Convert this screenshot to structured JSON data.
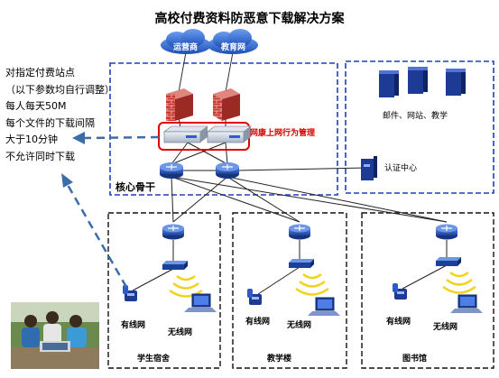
{
  "title": "高校付费资料防恶意下载解决方案",
  "policy": {
    "lines": [
      "对指定付费站点",
      "（以下参数均自行调整）",
      "每人每天50M",
      "每个文件的下载间隔",
      "大于10分钟",
      "不允许同时下载"
    ]
  },
  "cloud_labels": {
    "isp": "运营商",
    "edu": "教育网"
  },
  "core_label": "核心骨干",
  "management_label": "网康上网行为管理",
  "services_label": "邮件、网站、教学",
  "auth_label": "认证中心",
  "zones": {
    "dorm": {
      "name": "学生宿舍",
      "wired": "有线网",
      "wireless": "无线网"
    },
    "teaching": {
      "name": "教学楼",
      "wired": "有线网",
      "wireless": "无线网"
    },
    "library": {
      "name": "图书馆",
      "wired": "有线网",
      "wireless": "无线网"
    }
  },
  "colors": {
    "accent_blue": "#1f3fc1",
    "highlight_red": "#e00000",
    "device_blue": "#2855b8"
  },
  "icons": [
    "cloud-icon",
    "firewall-icon",
    "appliance-icon",
    "core-switch-icon",
    "server-icon",
    "auth-device-icon",
    "access-switch-icon",
    "wireless-ap-icon",
    "phone-icon",
    "laptop-icon",
    "photo-users"
  ]
}
